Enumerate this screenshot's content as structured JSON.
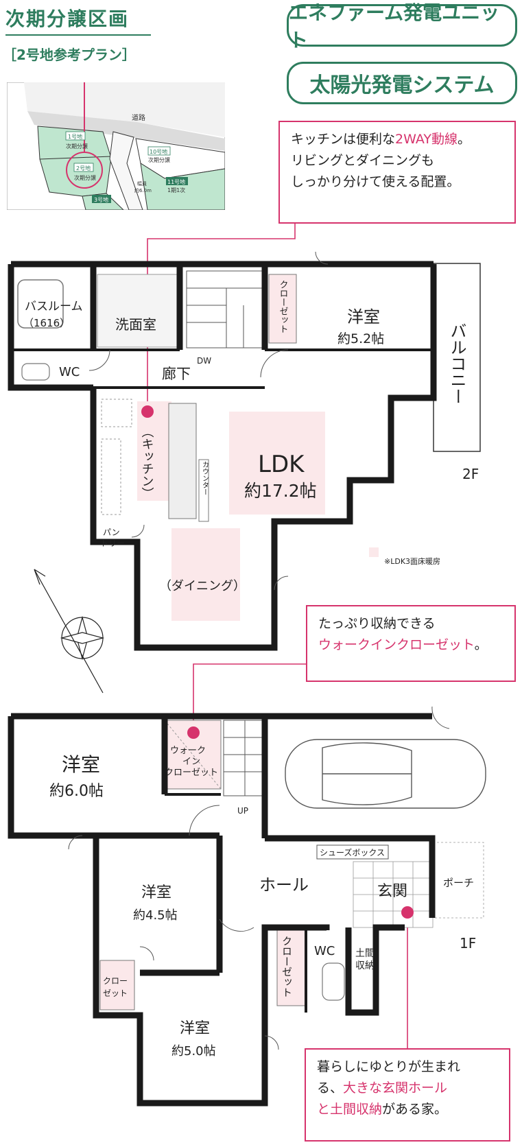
{
  "header": {
    "title": "次期分譲区画",
    "subtitle": "［2号地参考プラン］"
  },
  "badges": {
    "enefarm": "エネファーム発電ユニット",
    "solar": "太陽光発電システム"
  },
  "site_map": {
    "road": "道路",
    "lot1_name": "1号地",
    "lot1_status": "次期分譲",
    "lot2_name": "2号地",
    "lot2_status": "次期分譲",
    "lot3_name": "3号地",
    "lot10_name": "10号地",
    "lot10_status": "次期分譲",
    "lot11_name": "11号地",
    "lot11_status": "1期1次",
    "passage_a": "幅員",
    "passage_b": "約6.0m"
  },
  "callouts": {
    "kitchen": {
      "line1_prefix": "キッチンは便利な",
      "line1_highlight": "2WAY動線",
      "line1_suffix": "。",
      "line2": "リビングとダイニングも",
      "line3": "しっかり分けて使える配置。"
    },
    "closet": {
      "line1": "たっぷり収納できる",
      "line2_highlight": "ウォークインクローゼット",
      "line2_suffix": "。"
    },
    "entrance": {
      "line1": "暮らしにゆとりが生まれ",
      "line2_prefix": "る、",
      "line2_highlight": "大きな玄関ホール",
      "line3_highlight": "と土間収納",
      "line3_suffix": "がある家。"
    }
  },
  "floor2": {
    "label": "2F",
    "bath": "バスルーム",
    "bath_size": "（1616）",
    "washroom": "洗面室",
    "wc": "WC",
    "corridor": "廊下",
    "dw": "DW",
    "closet": "クローゼット",
    "room": "洋室",
    "room_size": "約5.2帖",
    "balcony": "バルコニー",
    "kitchen": "（キッチン）",
    "counter": "カウンター",
    "ldk": "LDK",
    "ldk_size": "約17.2帖",
    "pantry_a": "パン",
    "pantry_b": "トリー",
    "dining": "（ダイニング）",
    "floor_heating_note": "※LDK3面床暖房"
  },
  "floor1": {
    "label": "1F",
    "room_a": "洋室",
    "room_a_size": "約6.0帖",
    "wic_a": "ウォーク",
    "wic_b": "イン",
    "wic_c": "クローゼット",
    "up": "UP",
    "room_b": "洋室",
    "room_b_size": "約4.5帖",
    "hall": "ホール",
    "shoes_box": "シューズボックス",
    "entrance": "玄関",
    "porch": "ポーチ",
    "doma_a": "土間",
    "doma_b": "収納",
    "wc": "WC",
    "closet": "クローゼット",
    "closet_b_a": "クロー",
    "closet_b_b": "ゼット",
    "room_c": "洋室",
    "room_c_size": "約5.0帖"
  },
  "colors": {
    "brand_green": "#2e7d5e",
    "accent_red": "#d6336c",
    "wall": "#1a1a1a",
    "highlight_zone": "#fbe8ea",
    "lot_green": "#bfe6cf"
  }
}
